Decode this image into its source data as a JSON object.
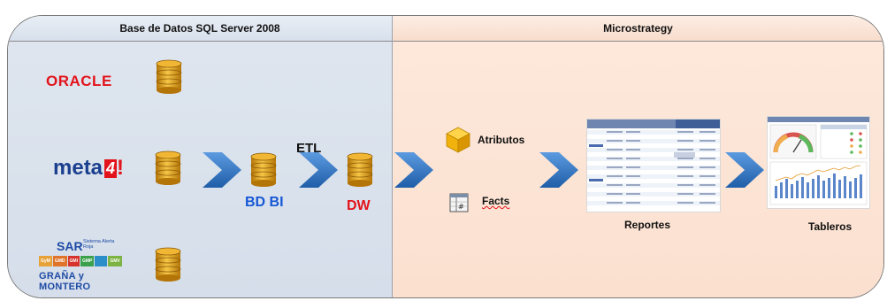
{
  "headers": {
    "left": "Base de Datos SQL Server 2008",
    "right": "Microstrategy"
  },
  "sources": {
    "oracle": "ORACLE",
    "meta_prefix": "meta",
    "meta_badge": "4",
    "meta_suffix": "!",
    "sar_title": "SAR",
    "sar_subtitle": "Sistema Alerta Roja",
    "sar_tags": [
      "GyM",
      "GMD",
      "GMI",
      "GMP",
      "",
      "GMV"
    ],
    "sar_company": "GRAÑA y MONTERO"
  },
  "labels": {
    "etl": "ETL",
    "bd_bi": "BD BI",
    "dw": "DW",
    "atributos": "Atributos",
    "facts": "Facts",
    "reportes": "Reportes",
    "tableros": "Tableros"
  },
  "colors": {
    "database": "#e0a61a",
    "chevron": "#2b6fc0",
    "oracle_red": "#e3131b",
    "meta_blue": "#1b3f8f",
    "bdbi_blue": "#1657d6",
    "dw_red": "#e3131b"
  },
  "icons": {
    "database": "database-cylinder-icon",
    "arrow": "chevron-right-icon",
    "attributes": "cube-icon",
    "facts": "facts-table-icon"
  }
}
